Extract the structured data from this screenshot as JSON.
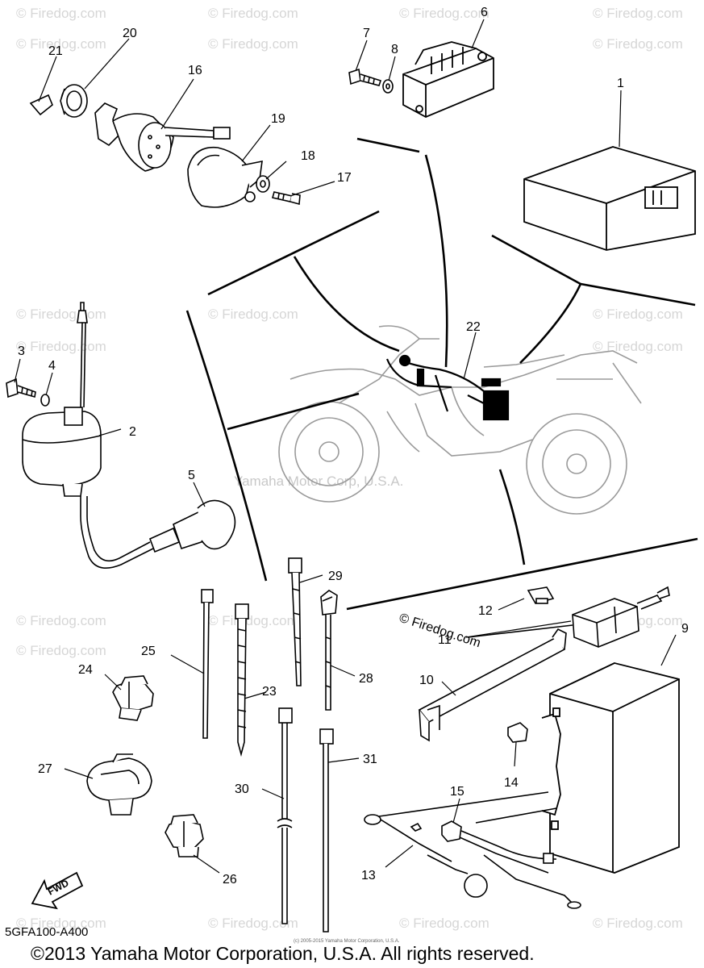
{
  "watermark": {
    "text": "© Firedog.com",
    "center_text": "Yamaha Motor Corp, U.S.A."
  },
  "parts": [
    {
      "number": "1"
    },
    {
      "number": "2"
    },
    {
      "number": "3"
    },
    {
      "number": "4"
    },
    {
      "number": "5"
    },
    {
      "number": "6"
    },
    {
      "number": "7"
    },
    {
      "number": "8"
    },
    {
      "number": "9"
    },
    {
      "number": "10"
    },
    {
      "number": "11"
    },
    {
      "number": "12"
    },
    {
      "number": "13"
    },
    {
      "number": "14"
    },
    {
      "number": "15"
    },
    {
      "number": "16"
    },
    {
      "number": "17"
    },
    {
      "number": "18"
    },
    {
      "number": "19"
    },
    {
      "number": "20"
    },
    {
      "number": "21"
    },
    {
      "number": "22"
    },
    {
      "number": "23"
    },
    {
      "number": "24"
    },
    {
      "number": "25"
    },
    {
      "number": "26"
    },
    {
      "number": "27"
    },
    {
      "number": "28"
    },
    {
      "number": "29"
    },
    {
      "number": "30"
    },
    {
      "number": "31"
    }
  ],
  "fwd_label": "FWD",
  "part_code": "5GFA100-A400",
  "tiny_notice": "(c) 2005-2015 Yamaha Motor Corporation, U.S.A.",
  "copyright": "©2013 Yamaha Motor Corporation, U.S.A. All rights reserved."
}
